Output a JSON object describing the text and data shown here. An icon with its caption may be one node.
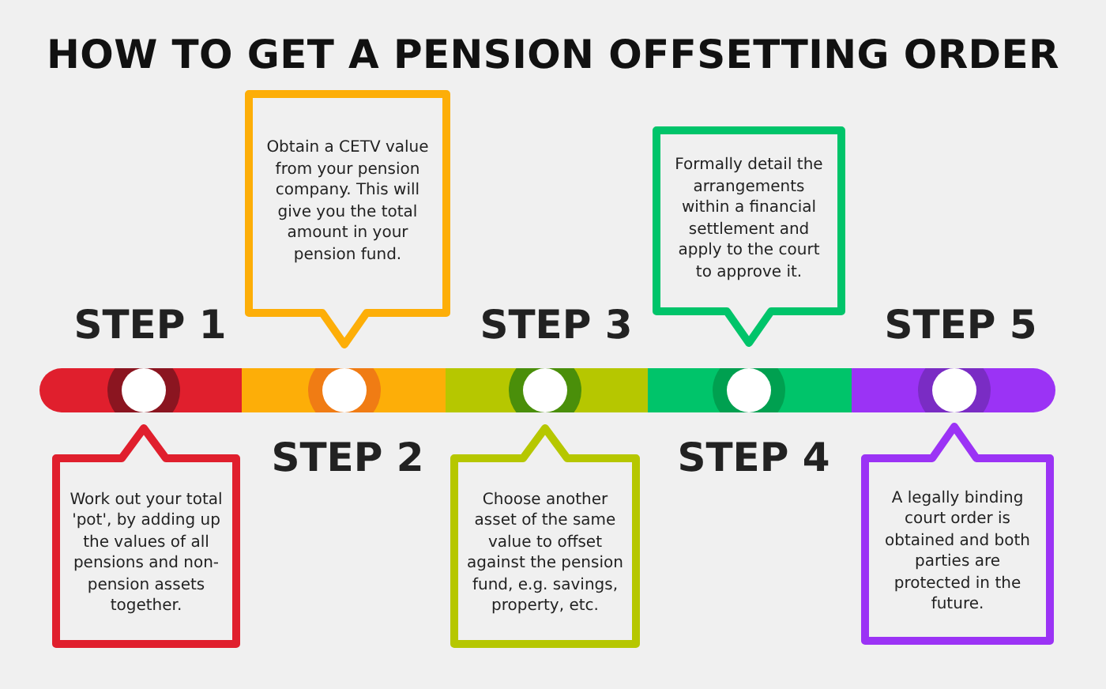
{
  "diagram": {
    "title": "HOW TO GET A PENSION OFFSETTING ORDER",
    "nodes": [
      {
        "text": [
          "Work out your total 'pot', by adding up the values of all pensions and non-pension assets together."
        ]
      },
      {
        "text": [
          "Obtain a CETV value from your pension company. This will give you the total amount in your pension fund."
        ]
      },
      {
        "text": [
          "Choose another asset of the same value to offset against the pension fund, e.g. savings, property, etc."
        ]
      },
      {
        "text": [
          "Formally detail the arrangements within a financial settlement and apply to the court to approve it."
        ]
      },
      {
        "text": [
          "A legally binding court order is obtained and both parties are protected in the future."
        ]
      }
    ],
    "labels": [
      "STEP 1",
      "STEP 3",
      "STEP 5",
      "STEP 2",
      "STEP 4"
    ]
  }
}
